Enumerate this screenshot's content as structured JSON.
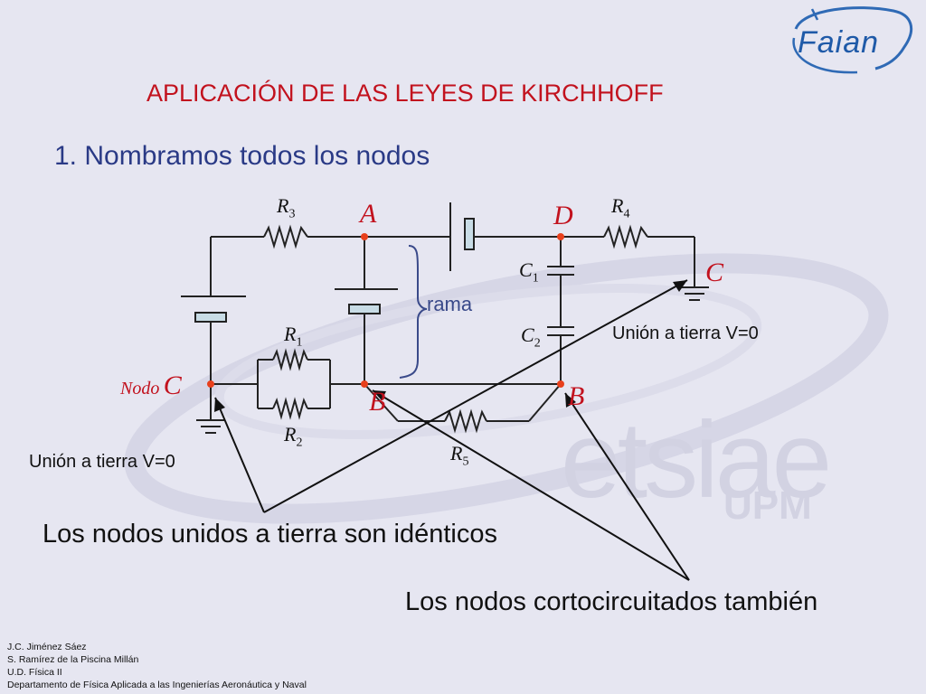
{
  "header": {
    "title": "APLICACIÓN DE LAS LEYES DE KIRCHHOFF",
    "subtitle": "1. Nombramos todos los nodos"
  },
  "logo": {
    "text": "Faian"
  },
  "watermark": {
    "text": "etsiae",
    "sub": "UPM"
  },
  "circuit": {
    "node_labels": {
      "A": "A",
      "D": "D",
      "C_right": "C",
      "C_left": "C",
      "B_left": "B",
      "B_right": "B",
      "nodo_word": "Nodo"
    },
    "components": {
      "R3": {
        "base": "R",
        "sub": "3"
      },
      "R4": {
        "base": "R",
        "sub": "4"
      },
      "R1": {
        "base": "R",
        "sub": "1"
      },
      "R2": {
        "base": "R",
        "sub": "2"
      },
      "R5": {
        "base": "R",
        "sub": "5"
      },
      "C1": {
        "base": "C",
        "sub": "1"
      },
      "C2": {
        "base": "C",
        "sub": "2"
      }
    },
    "rama_label": "rama",
    "ground_right_label": "Unión a tierra V=0",
    "ground_left_label": "Unión a tierra V=0",
    "node_color": "#e8401c",
    "wire_color": "#222222"
  },
  "notes": {
    "ground_identical": "Los nodos unidos a tierra son idénticos",
    "shortcircuit_also": "Los nodos cortocircuitados también"
  },
  "credits": {
    "line1": "J.C. Jiménez Sáez",
    "line2": "S. Ramírez de la Piscina Millán",
    "line3": "U.D. Física II",
    "line4": "Departamento de Física Aplicada a las Ingenierías Aeronáutica y Naval"
  }
}
